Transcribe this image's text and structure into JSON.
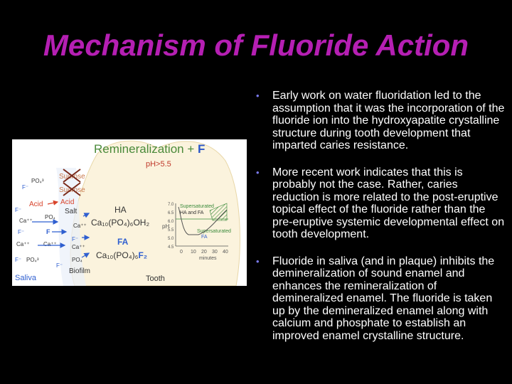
{
  "slide": {
    "title": "Mechanism of Fluoride Action"
  },
  "figure": {
    "heading": "Remineralization",
    "heading_plus": "+",
    "heading_f": "F",
    "ph_condition": "pH>5.5",
    "ions": {
      "sucrose": "Sucrose",
      "acid": "Acid",
      "salt": "Salt",
      "po4": "PO₄³",
      "po4_small": "PO₄",
      "f": "F",
      "f_minus": "F⁻",
      "ca": "Ca⁺⁺"
    },
    "ha_label": "HA",
    "ha_formula": "Ca₁₀(PO₄)₆OH₂",
    "fa_label": "FA",
    "fa_formula_main": "Ca₁₀(PO₄)₆",
    "fa_formula_f": "F₂",
    "saliva": "Saliva",
    "biofilm": "Biofilm",
    "tooth": "Tooth",
    "colors": {
      "heading": "#4a8a3a",
      "f_accent": "#2a56c8",
      "ph": "#c0392b",
      "acid": "#d8432b",
      "fluoride": "#2f5fd0",
      "saliva_panel": "#ffffff",
      "tooth_panel": "#fbf3dd"
    },
    "inset_chart": {
      "ylabel": "pH",
      "xlabel": "minutes",
      "y_ticks": [
        "7.0",
        "6.5",
        "6.0",
        "5.5",
        "5.0",
        "4.5"
      ],
      "x_ticks": [
        "0",
        "10",
        "20",
        "30",
        "40"
      ],
      "supersat_top": "Supersaturated",
      "ha_and_fa": "HA and FA",
      "supersat_bottom": "Supersaturated",
      "fa_label": "FA"
    }
  },
  "bullets": [
    {
      "text": "Early work on water fluoridation led to the assumption that it was the incorporation of the fluoride ion into the hydroxyapatite crystalline structure during tooth development that imparted caries resistance."
    },
    {
      "text": "More recent work indicates that this is probably not the case. Rather, caries reduction is more related to the post-eruptive topical effect of the fluoride rather than the pre-eruptive systemic developmental effect on tooth development."
    },
    {
      "text": "Fluoride in saliva (and in plaque) inhibits the demineralization of sound enamel and enhances the remineralization of demineralized enamel.  The fluoride is taken up by the demineralized enamel along with calcium and phosphate to establish an improved enamel crystalline structure."
    }
  ]
}
